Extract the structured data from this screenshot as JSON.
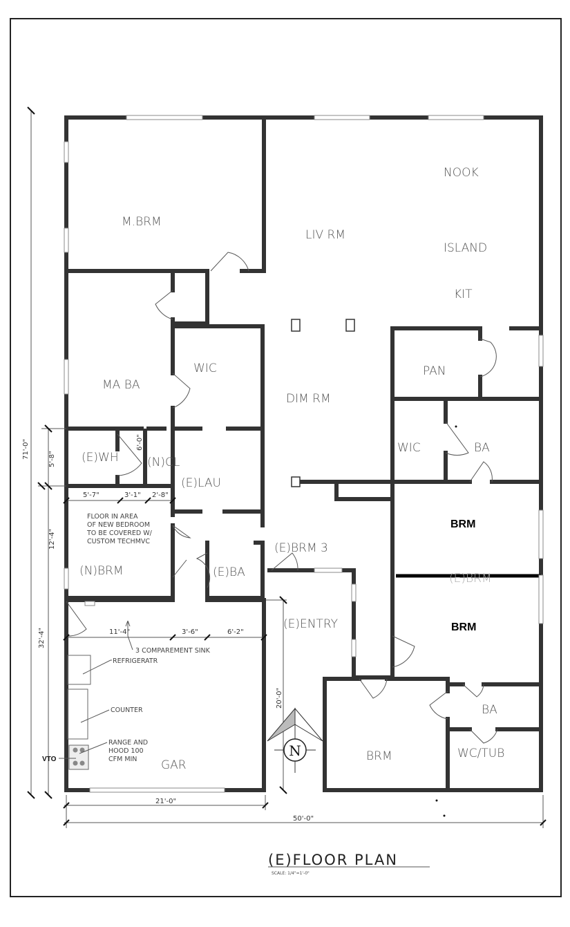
{
  "title": "(E)FLOOR PLAN",
  "scale": "SCALE: 1/4\"=1'-0\"",
  "rooms": {
    "m_brm": "M.BRM",
    "liv_rm": "LIV RM",
    "nook": "NOOK",
    "island": "ISLAND",
    "kit": "KIT",
    "wic_upper": "WIC",
    "ma_ba": "MA BA",
    "dim_rm": "DIM RM",
    "pan": "PAN",
    "wic_right": "WIC",
    "ba_right": "BA",
    "e_wh": "(E)WH",
    "n_cl": "(N)CL",
    "e_lau": "(E)LAU",
    "brm_upper": "BRM",
    "e_brm_old": "(E)BRM",
    "brm_middle": "BRM",
    "e_brm3": "(E)BRM  3",
    "n_brm": "(N)BRM",
    "e_ba": "(E)BA",
    "e_entry": "(E)ENTRY",
    "gar": "GAR",
    "brm_lower": "BRM",
    "ba_lower": "BA",
    "wc_tub": "WC/TUB"
  },
  "notes": {
    "floor_note": [
      "FLOOR IN AREA",
      "OF NEW BEDROOM",
      "TO BE COVERED W/",
      "CUSTOM TECHMVC"
    ],
    "sink": "3 COMPAREMENT SINK",
    "refrigerator": "REFRIGERATR",
    "counter": "COUNTER",
    "range": [
      "RANGE AND",
      "HOOD 100",
      "CFM MIN"
    ],
    "vto": "VTO",
    "door_dim": "6'-0\""
  },
  "dimensions": {
    "overall_height": "71'-0\"",
    "wh_height": "5'-8\"",
    "nbrm_height": "12'-4\"",
    "left_lower": "32'-4\"",
    "wh_w1": "5'-7\"",
    "wh_w2": "3'-1\"",
    "wh_w3": "2'-8\"",
    "gar_w1": "11'-4\"",
    "gar_w2": "3'-6\"",
    "gar_w3": "6'-2\"",
    "gar_height": "20'-0\"",
    "gar_width": "21'-0\"",
    "overall_width": "50'-0\""
  },
  "north_label": "N"
}
